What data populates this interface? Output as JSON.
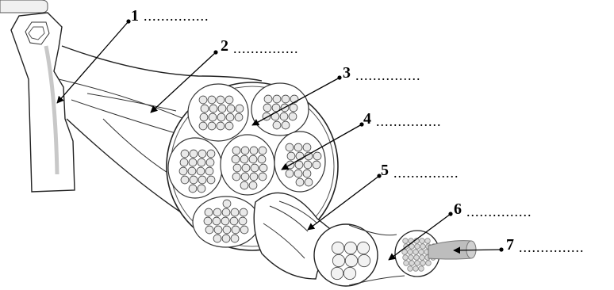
{
  "labels": [
    {
      "number": "1",
      "blank": "..............."
    },
    {
      "number": "2",
      "blank": "..............."
    },
    {
      "number": "3",
      "blank": "..............."
    },
    {
      "number": "4",
      "blank": "..............."
    },
    {
      "number": "5",
      "blank": "..............."
    },
    {
      "number": "6",
      "blank": "..............."
    },
    {
      "number": "7",
      "blank": "..............."
    }
  ]
}
